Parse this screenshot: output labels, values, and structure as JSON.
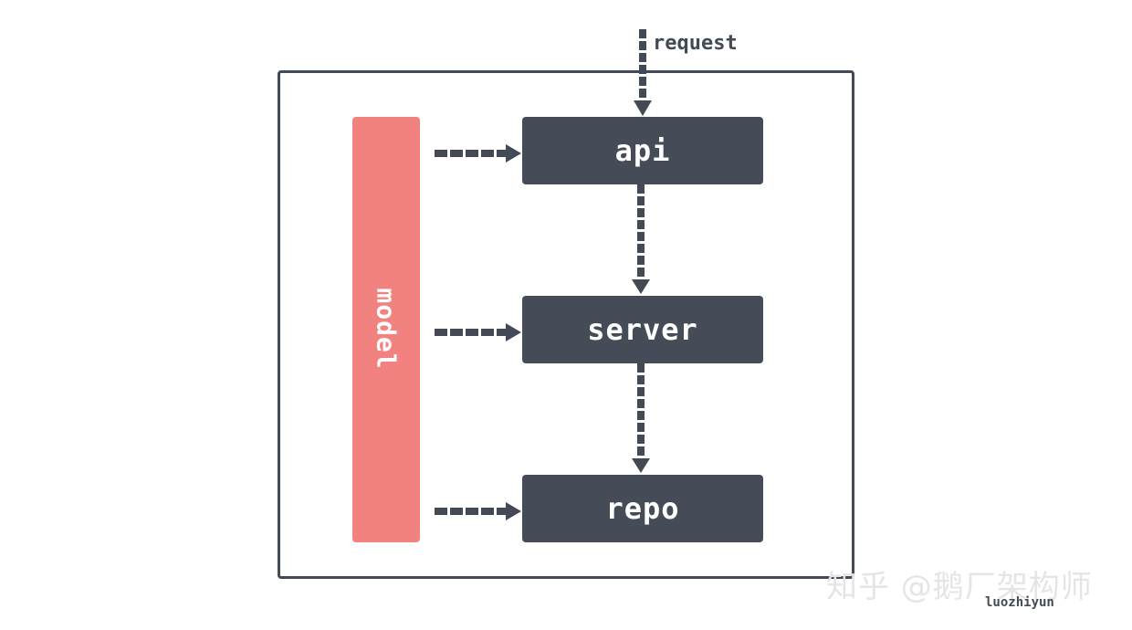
{
  "diagram": {
    "request_label": "request",
    "layers": {
      "api": "api",
      "server": "server",
      "repo": "repo"
    },
    "model_label": "model",
    "author": "luozhiyun",
    "watermark": "知乎 @鹅厂架构师"
  },
  "colors": {
    "layer_fill": "#454c57",
    "model_fill": "#f2827f",
    "arrow": "#434a55",
    "frame": "#434a55"
  }
}
